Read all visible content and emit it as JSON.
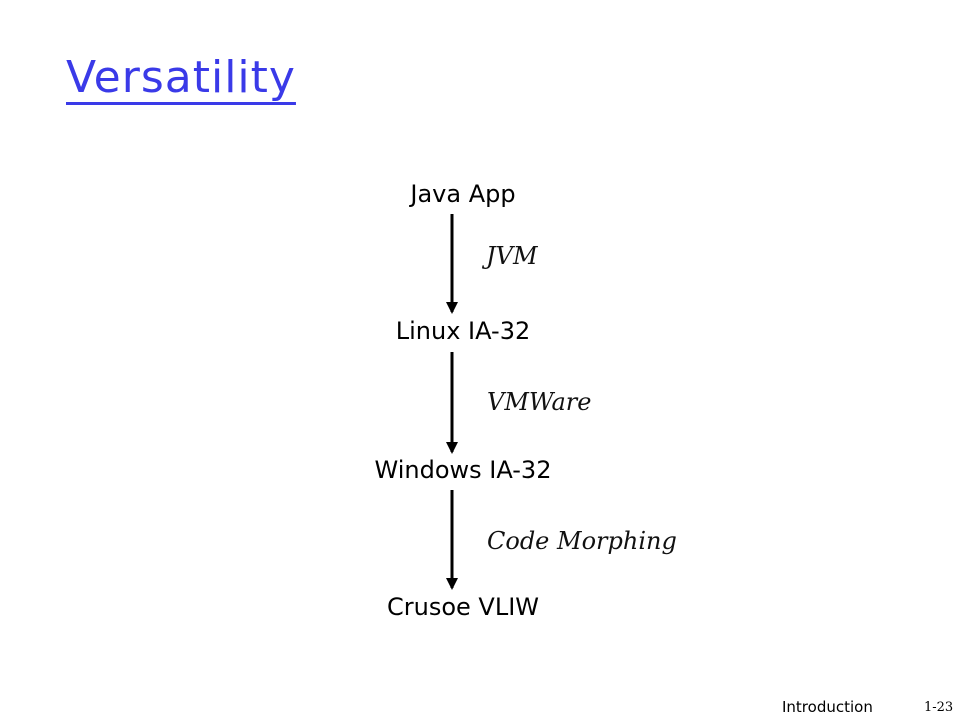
{
  "slide": {
    "title": "Versatility"
  },
  "diagram": {
    "nodes": [
      {
        "id": "java-app",
        "label": "Java App"
      },
      {
        "id": "linux-ia32",
        "label": "Linux IA-32"
      },
      {
        "id": "windows-ia32",
        "label": "Windows IA-32"
      },
      {
        "id": "crusoe-vliw",
        "label": "Crusoe VLIW"
      }
    ],
    "edges": [
      {
        "from": "java-app",
        "to": "linux-ia32",
        "label": "JVM"
      },
      {
        "from": "linux-ia32",
        "to": "windows-ia32",
        "label": "VMWare"
      },
      {
        "from": "windows-ia32",
        "to": "crusoe-vliw",
        "label": "Code Morphing"
      }
    ]
  },
  "footer": {
    "section": "Introduction",
    "page": "1-23"
  }
}
